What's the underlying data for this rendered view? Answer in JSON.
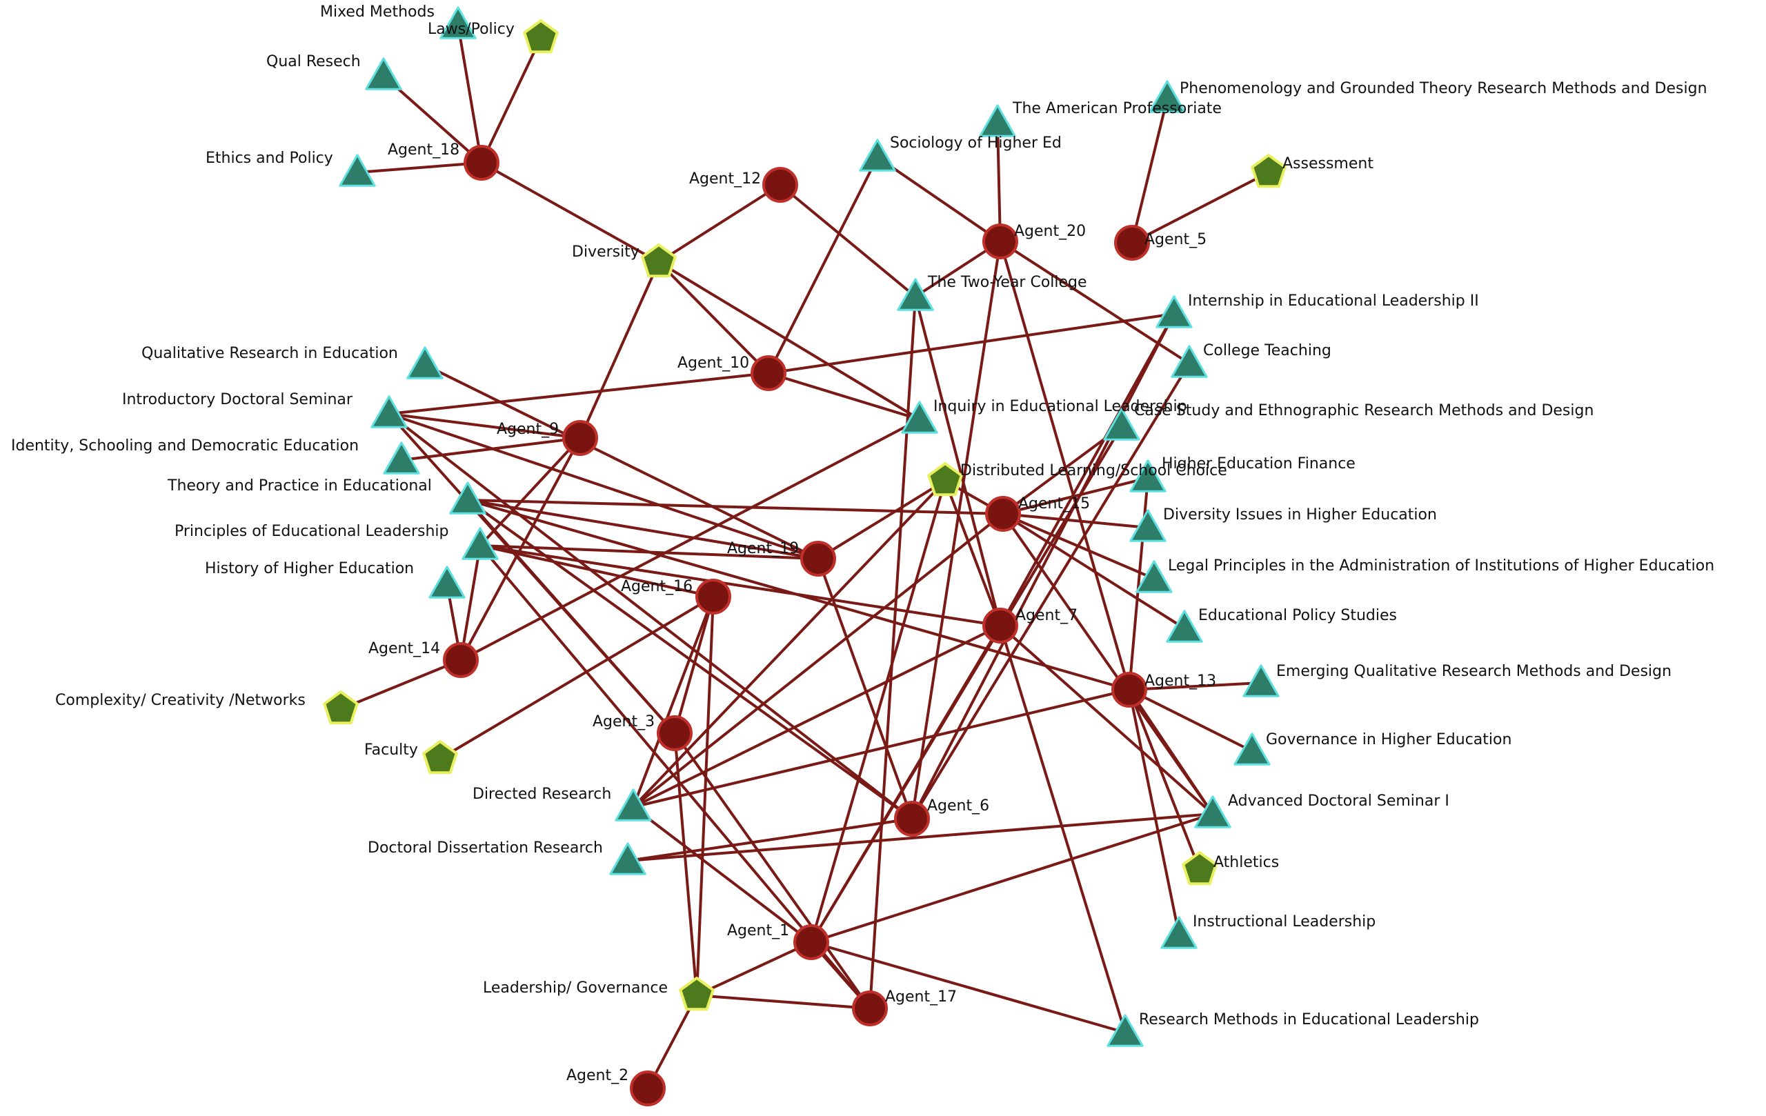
{
  "colors": {
    "background": "#ffffff",
    "edge": "#7a1a16",
    "agent_fill": "#7a1410",
    "agent_stroke": "#c0302a",
    "course_fill": "#2e7d68",
    "course_stroke": "#5ee0e0",
    "topic_fill": "#4e7a1e",
    "topic_stroke": "#e8f060",
    "label": "#111111"
  },
  "legend_shapes": {
    "agent": "circle",
    "course": "triangle",
    "topic": "pentagon"
  },
  "nodes": [
    {
      "id": "agent_18",
      "label": "Agent_18",
      "type": "agent"
    },
    {
      "id": "agent_12",
      "label": "Agent_12",
      "type": "agent"
    },
    {
      "id": "agent_20",
      "label": "Agent_20",
      "type": "agent"
    },
    {
      "id": "agent_5",
      "label": "Agent_5",
      "type": "agent"
    },
    {
      "id": "agent_10",
      "label": "Agent_10",
      "type": "agent"
    },
    {
      "id": "agent_9",
      "label": "Agent_9",
      "type": "agent"
    },
    {
      "id": "agent_15",
      "label": "Agent_15",
      "type": "agent"
    },
    {
      "id": "agent_19",
      "label": "Agent_19",
      "type": "agent"
    },
    {
      "id": "agent_16",
      "label": "Agent_16",
      "type": "agent"
    },
    {
      "id": "agent_7",
      "label": "Agent_7",
      "type": "agent"
    },
    {
      "id": "agent_14",
      "label": "Agent_14",
      "type": "agent"
    },
    {
      "id": "agent_13",
      "label": "Agent_13",
      "type": "agent"
    },
    {
      "id": "agent_3",
      "label": "Agent_3",
      "type": "agent"
    },
    {
      "id": "agent_6",
      "label": "Agent_6",
      "type": "agent"
    },
    {
      "id": "agent_1",
      "label": "Agent_1",
      "type": "agent"
    },
    {
      "id": "agent_17",
      "label": "Agent_17",
      "type": "agent"
    },
    {
      "id": "agent_2",
      "label": "Agent_2",
      "type": "agent"
    },
    {
      "id": "mixed_methods",
      "label": "Mixed Methods",
      "type": "course"
    },
    {
      "id": "qual_resech",
      "label": "Qual Resech",
      "type": "course"
    },
    {
      "id": "ethics_policy",
      "label": "Ethics and Policy",
      "type": "course"
    },
    {
      "id": "american_professoriate",
      "label": "The American Professoriate",
      "type": "course"
    },
    {
      "id": "phenomenology",
      "label": "Phenomenology and Grounded Theory Research Methods and Design",
      "type": "course"
    },
    {
      "id": "sociology_he",
      "label": "Sociology of Higher Ed",
      "type": "course"
    },
    {
      "id": "two_year_college",
      "label": "The Two-Year College",
      "type": "course"
    },
    {
      "id": "internship_el2",
      "label": "Internship in Educational Leadership II",
      "type": "course"
    },
    {
      "id": "college_teaching",
      "label": "College Teaching",
      "type": "course"
    },
    {
      "id": "qual_research_ed",
      "label": "Qualitative Research in Education",
      "type": "course"
    },
    {
      "id": "intro_doctoral",
      "label": "Introductory Doctoral Seminar",
      "type": "course"
    },
    {
      "id": "inquiry_el",
      "label": "Inquiry in Educational Leadership",
      "type": "course"
    },
    {
      "id": "case_study",
      "label": "Case Study and Ethnographic Research Methods and Design",
      "type": "course"
    },
    {
      "id": "identity_schooling",
      "label": "Identity, Schooling and Democratic Education",
      "type": "course"
    },
    {
      "id": "he_finance",
      "label": "Higher Education Finance",
      "type": "course"
    },
    {
      "id": "theory_practice",
      "label": "Theory and Practice in Educational",
      "type": "course"
    },
    {
      "id": "diversity_issues",
      "label": "Diversity Issues in Higher Education",
      "type": "course"
    },
    {
      "id": "principles_el",
      "label": "Principles of Educational Leadership",
      "type": "course"
    },
    {
      "id": "legal_principles",
      "label": "Legal Principles in the Administration of Institutions of Higher Education",
      "type": "course"
    },
    {
      "id": "history_he",
      "label": "History of Higher Education",
      "type": "course"
    },
    {
      "id": "ed_policy",
      "label": "Educational Policy Studies",
      "type": "course"
    },
    {
      "id": "emerging_qual",
      "label": "Emerging Qualitative Research Methods and Design",
      "type": "course"
    },
    {
      "id": "governance_he",
      "label": "Governance in Higher Education",
      "type": "course"
    },
    {
      "id": "directed_research",
      "label": "Directed Research",
      "type": "course"
    },
    {
      "id": "adv_doctoral",
      "label": "Advanced Doctoral Seminar I",
      "type": "course"
    },
    {
      "id": "doctoral_dissertation",
      "label": "Doctoral Dissertation Research",
      "type": "course"
    },
    {
      "id": "instructional_leadership",
      "label": "Instructional Leadership",
      "type": "course"
    },
    {
      "id": "research_methods_el",
      "label": "Research Methods in Educational Leadership",
      "type": "course"
    },
    {
      "id": "laws_policy",
      "label": "Laws/Policy",
      "type": "topic"
    },
    {
      "id": "assessment",
      "label": "Assessment",
      "type": "topic"
    },
    {
      "id": "diversity",
      "label": "Diversity",
      "type": "topic"
    },
    {
      "id": "distributed_learning",
      "label": "Distributed Learning/School Choice",
      "type": "topic"
    },
    {
      "id": "complexity",
      "label": "Complexity/ Creativity /Networks",
      "type": "topic"
    },
    {
      "id": "faculty",
      "label": "Faculty",
      "type": "topic"
    },
    {
      "id": "athletics",
      "label": "Athletics",
      "type": "topic"
    },
    {
      "id": "leadership_governance",
      "label": "Leadership/ Governance",
      "type": "topic"
    }
  ],
  "edges": [
    [
      "agent_18",
      "mixed_methods"
    ],
    [
      "agent_18",
      "laws_policy"
    ],
    [
      "agent_18",
      "qual_resech"
    ],
    [
      "agent_18",
      "ethics_policy"
    ],
    [
      "agent_18",
      "diversity"
    ],
    [
      "agent_12",
      "diversity"
    ],
    [
      "agent_12",
      "two_year_college"
    ],
    [
      "diversity",
      "agent_9"
    ],
    [
      "diversity",
      "agent_10"
    ],
    [
      "diversity",
      "inquiry_el"
    ],
    [
      "agent_10",
      "sociology_he"
    ],
    [
      "agent_10",
      "internship_el2"
    ],
    [
      "agent_10",
      "intro_doctoral"
    ],
    [
      "agent_10",
      "inquiry_el"
    ],
    [
      "agent_20",
      "american_professoriate"
    ],
    [
      "agent_20",
      "sociology_he"
    ],
    [
      "agent_20",
      "two_year_college"
    ],
    [
      "agent_20",
      "college_teaching"
    ],
    [
      "agent_20",
      "agent_6"
    ],
    [
      "agent_20",
      "agent_13"
    ],
    [
      "agent_5",
      "phenomenology"
    ],
    [
      "agent_5",
      "assessment"
    ],
    [
      "two_year_college",
      "agent_7"
    ],
    [
      "agent_9",
      "intro_doctoral"
    ],
    [
      "agent_9",
      "identity_schooling"
    ],
    [
      "agent_9",
      "principles_el"
    ],
    [
      "agent_9",
      "agent_14"
    ],
    [
      "intro_doctoral",
      "agent_19"
    ],
    [
      "intro_doctoral",
      "agent_3"
    ],
    [
      "intro_doctoral",
      "agent_6"
    ],
    [
      "qual_research_ed",
      "agent_19"
    ],
    [
      "theory_practice",
      "agent_19"
    ],
    [
      "theory_practice",
      "agent_15"
    ],
    [
      "theory_practice",
      "agent_3"
    ],
    [
      "theory_practice",
      "agent_13"
    ],
    [
      "theory_practice",
      "agent_6"
    ],
    [
      "principles_el",
      "agent_19"
    ],
    [
      "principles_el",
      "agent_16"
    ],
    [
      "principles_el",
      "agent_14"
    ],
    [
      "principles_el",
      "agent_17"
    ],
    [
      "principles_el",
      "agent_7"
    ],
    [
      "history_he",
      "agent_14"
    ],
    [
      "complexity",
      "agent_14"
    ],
    [
      "faculty",
      "agent_16"
    ],
    [
      "agent_14",
      "inquiry_el"
    ],
    [
      "agent_19",
      "distributed_learning"
    ],
    [
      "agent_19",
      "agent_6"
    ],
    [
      "agent_16",
      "agent_3"
    ],
    [
      "agent_16",
      "leadership_governance"
    ],
    [
      "agent_16",
      "directed_research"
    ],
    [
      "distributed_learning",
      "agent_15"
    ],
    [
      "distributed_learning",
      "directed_research"
    ],
    [
      "distributed_learning",
      "agent_7"
    ],
    [
      "distributed_learning",
      "agent_1"
    ],
    [
      "agent_15",
      "case_study"
    ],
    [
      "agent_15",
      "he_finance"
    ],
    [
      "agent_15",
      "diversity_issues"
    ],
    [
      "agent_15",
      "legal_principles"
    ],
    [
      "agent_15",
      "adv_doctoral"
    ],
    [
      "agent_15",
      "directed_research"
    ],
    [
      "agent_15",
      "ed_policy"
    ],
    [
      "agent_7",
      "internship_el2"
    ],
    [
      "agent_7",
      "adv_doctoral"
    ],
    [
      "agent_7",
      "research_methods_el"
    ],
    [
      "agent_7",
      "directed_research"
    ],
    [
      "agent_7",
      "agent_1"
    ],
    [
      "agent_13",
      "he_finance"
    ],
    [
      "agent_13",
      "emerging_qual"
    ],
    [
      "agent_13",
      "governance_he"
    ],
    [
      "agent_13",
      "athletics"
    ],
    [
      "agent_13",
      "instructional_leadership"
    ],
    [
      "agent_13",
      "directed_research"
    ],
    [
      "agent_13",
      "adv_doctoral"
    ],
    [
      "agent_6",
      "college_teaching"
    ],
    [
      "agent_6",
      "internship_el2"
    ],
    [
      "agent_6",
      "doctoral_dissertation"
    ],
    [
      "agent_3",
      "leadership_governance"
    ],
    [
      "agent_3",
      "agent_17"
    ],
    [
      "directed_research",
      "agent_1"
    ],
    [
      "agent_1",
      "adv_doctoral"
    ],
    [
      "agent_1",
      "leadership_governance"
    ],
    [
      "agent_1",
      "agent_17"
    ],
    [
      "agent_1",
      "research_methods_el"
    ],
    [
      "agent_1",
      "case_study"
    ],
    [
      "doctoral_dissertation",
      "adv_doctoral"
    ],
    [
      "leadership_governance",
      "agent_17"
    ],
    [
      "leadership_governance",
      "agent_2"
    ],
    [
      "agent_17",
      "two_year_college"
    ]
  ]
}
